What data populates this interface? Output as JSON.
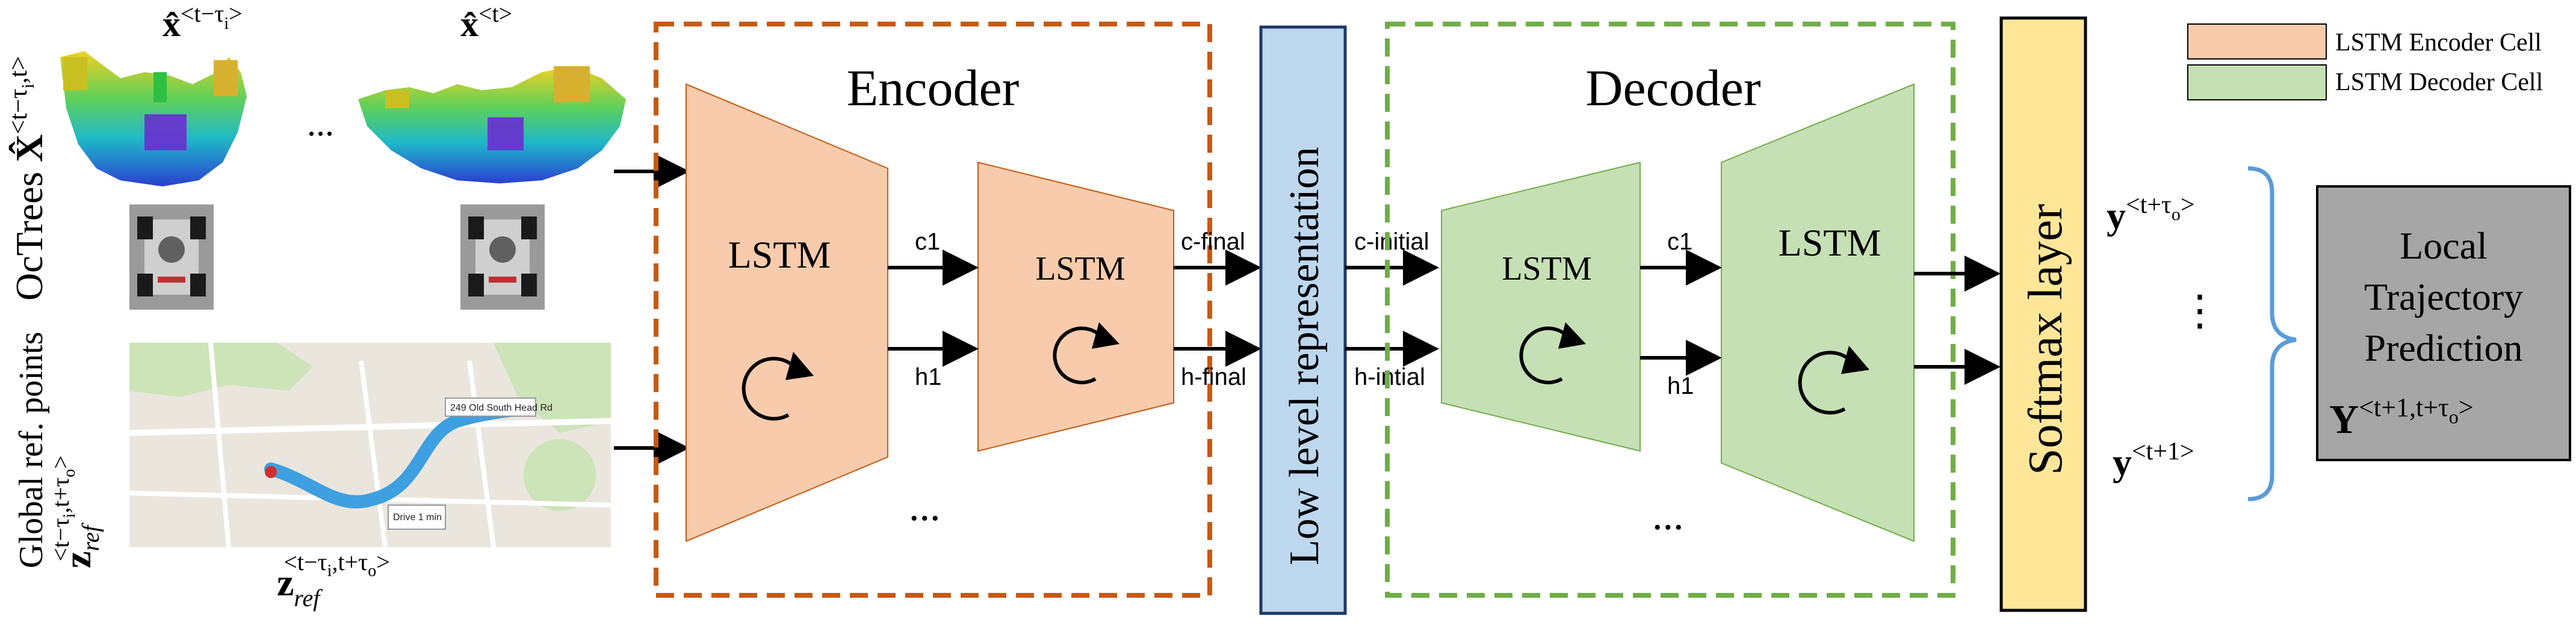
{
  "inputs": {
    "octree_label_prefix": "OcTrees ",
    "octree_label_sym": "X̂",
    "octree_label_sup": "<t−τ",
    "octree_label_sup_sub": "i",
    "octree_label_sup_end": ",t>",
    "octree_left_sym": "x̂",
    "octree_left_sup": "<t−τ",
    "octree_left_sup_sub": "i",
    "octree_left_sup_end": ">",
    "octree_right_sym": "x̂",
    "octree_right_sup": "<t>",
    "octree_ellipsis": "...",
    "global_label": "Global ref. points",
    "global_sym": "z",
    "global_sub": "ref",
    "global_sup": "<t−τ",
    "global_sup_sub_i": "i",
    "global_sup_mid": ",t+τ",
    "global_sup_sub_o": "o",
    "global_sup_end": ">",
    "map_caption_sym": "z",
    "map_caption_sub": "ref",
    "map_caption_sup": "<t−τ",
    "map_caption_sup_sub_i": "i",
    "map_caption_sup_mid": ",t+τ",
    "map_caption_sup_sub_o": "o",
    "map_caption_sup_end": ">",
    "map_pin_text": "249 Old South Head Rd",
    "map_drive_text": "Drive 1 min"
  },
  "encoder": {
    "title": "Encoder",
    "cell1_label": "LSTM",
    "cell2_label": "LSTM",
    "c1": "c1",
    "h1": "h1",
    "c_final": "c-final",
    "h_final": "h-final",
    "ellipsis": "..."
  },
  "low_level": {
    "label": "Low level representation"
  },
  "decoder": {
    "title": "Decoder",
    "cell1_label": "LSTM",
    "cell2_label": "LSTM",
    "c_initial": "c-initial",
    "h_initial": "h-intial",
    "c1": "c1",
    "h1": "h1",
    "ellipsis": "..."
  },
  "softmax": {
    "label": "Softmax layer"
  },
  "outputs": {
    "y_top_sym": "y",
    "y_top_sup": "<t+τ",
    "y_top_sup_sub": "o",
    "y_top_sup_end": ">",
    "vdots": "⋮",
    "y_bottom_sym": "y",
    "y_bottom_sup": "<t+1>"
  },
  "prediction": {
    "line1": "Local",
    "line2": "Trajectory",
    "line3": "Prediction",
    "sym": "Y",
    "sup": "<t+1,t+τ",
    "sup_sub": "o",
    "sup_end": ">"
  },
  "legend": {
    "encoder_label": "LSTM Encoder Cell",
    "decoder_label": "LSTM Decoder Cell"
  },
  "colors": {
    "encoder_fill": "#F8CBAD",
    "decoder_fill": "#C5E0B4",
    "encoder_border": "#C55A11",
    "decoder_border": "#70AD47",
    "low_level_fill": "#BDD7EE",
    "softmax_fill": "#FFE699",
    "prediction_fill": "#A6A6A6",
    "brace": "#5B9BD5"
  }
}
